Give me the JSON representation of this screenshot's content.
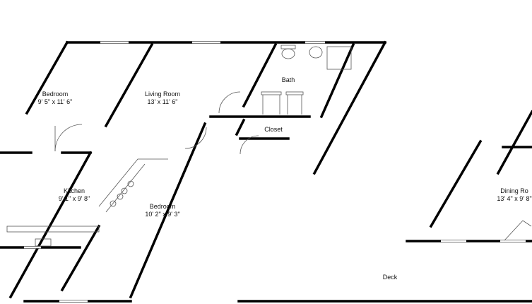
{
  "plan": {
    "colors": {
      "wall": "#000000",
      "fixture": "#555555",
      "background": "#ffffff",
      "text": "#111111"
    },
    "rooms": [
      {
        "id": "bedroom-1",
        "name": "Bedroom",
        "dims": "9' 5\" x 11' 6\""
      },
      {
        "id": "living-room",
        "name": "Living Room",
        "dims": "13' x 11' 6\""
      },
      {
        "id": "bath",
        "name": "Bath",
        "dims": ""
      },
      {
        "id": "closet",
        "name": "Closet",
        "dims": ""
      },
      {
        "id": "kitchen",
        "name": "Kitchen",
        "dims": "9' 1\" x 9' 8\""
      },
      {
        "id": "bedroom-2",
        "name": "Bedroom",
        "dims": "10' 2\" x 9' 3\""
      },
      {
        "id": "dining-room",
        "name": "Dining Ro",
        "dims": "13' 4\" x 9' 8\""
      },
      {
        "id": "deck",
        "name": "Deck",
        "dims": ""
      }
    ]
  }
}
